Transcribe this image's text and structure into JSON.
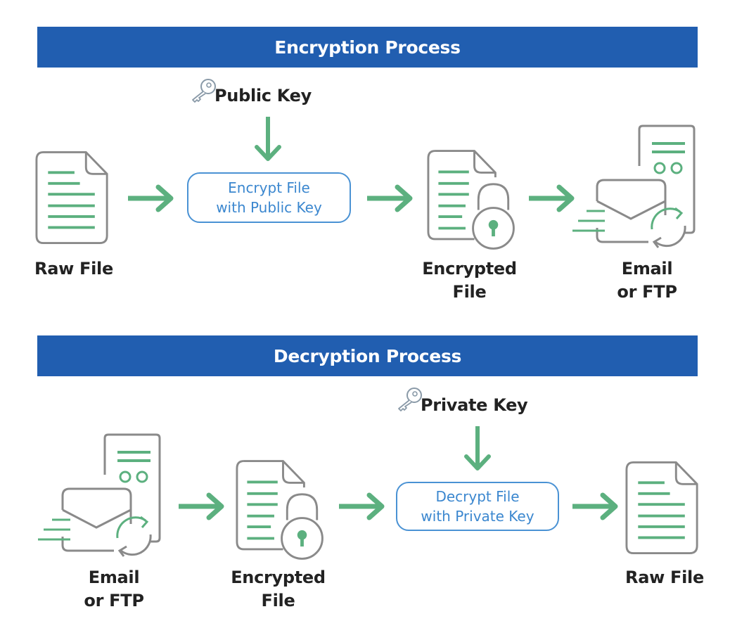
{
  "colors": {
    "banner": "#215eb0",
    "arrow": "#5cb07f",
    "icon_outline": "#8a8a8a",
    "process_text": "#3b87cf"
  },
  "encryption": {
    "title": "Encryption Process",
    "key_label": "Public Key",
    "key_icon": "key-icon",
    "steps": [
      {
        "id": "raw-file",
        "icon": "document-icon",
        "label": "Raw File"
      },
      {
        "id": "encrypt",
        "process": [
          "Encrypt File",
          "with Public Key"
        ]
      },
      {
        "id": "encrypted-file",
        "icon": "locked-document-icon",
        "label_lines": [
          "Encrypted",
          "File"
        ]
      },
      {
        "id": "transfer",
        "icon": "email-server-icon",
        "label_lines": [
          "Email",
          "or FTP"
        ]
      }
    ]
  },
  "decryption": {
    "title": "Decryption Process",
    "key_label": "Private Key",
    "key_icon": "key-icon",
    "steps": [
      {
        "id": "transfer",
        "icon": "email-server-icon",
        "label_lines": [
          "Email",
          "or FTP"
        ]
      },
      {
        "id": "encrypted-file",
        "icon": "locked-document-icon",
        "label_lines": [
          "Encrypted",
          "File"
        ]
      },
      {
        "id": "decrypt",
        "process": [
          "Decrypt File",
          "with Private Key"
        ]
      },
      {
        "id": "raw-file",
        "icon": "document-icon",
        "label": "Raw File"
      }
    ]
  }
}
